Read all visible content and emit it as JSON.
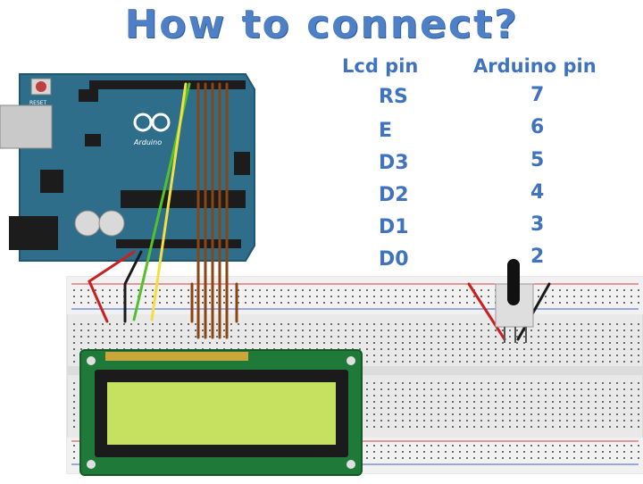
{
  "title": "How to connect?",
  "table": {
    "lcd_header": "Lcd pin",
    "arduino_header": "Arduino pin",
    "rows": [
      {
        "lcd": "RS",
        "arduino": "7"
      },
      {
        "lcd": "E",
        "arduino": "6"
      },
      {
        "lcd": "D3",
        "arduino": "5"
      },
      {
        "lcd": "D2",
        "arduino": "4"
      },
      {
        "lcd": "D1",
        "arduino": "3"
      },
      {
        "lcd": "D0",
        "arduino": "2"
      }
    ]
  },
  "board": {
    "reset_label": "RESET",
    "brand_label": "Arduino"
  },
  "colors": {
    "title": "#4f80c6",
    "board": "#2e6e8a",
    "lcd_screen": "#c6e060",
    "lcd_pcb": "#1f7a3a",
    "wire_brown": "#8b4513",
    "wire_green": "#55c12a",
    "wire_yellow": "#f0e040",
    "wire_red": "#cc2020"
  }
}
